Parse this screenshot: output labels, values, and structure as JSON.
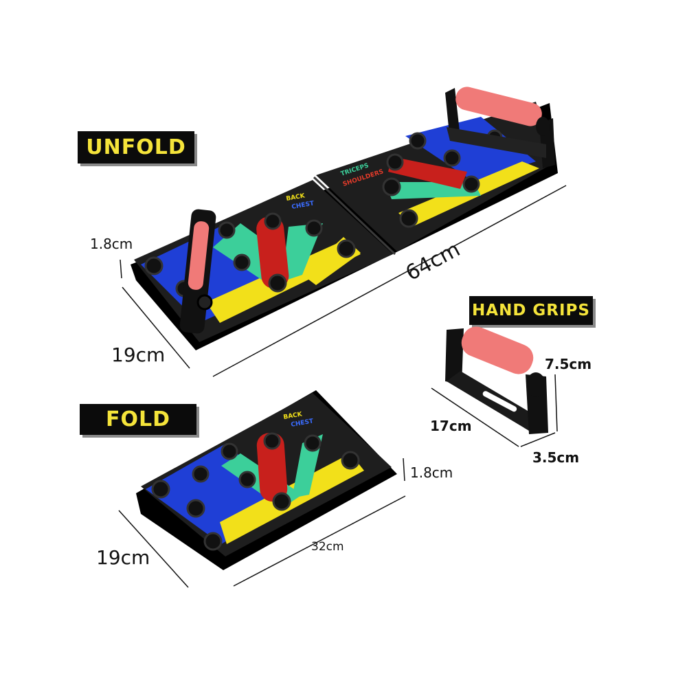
{
  "labels": {
    "unfold": "UNFOLD",
    "fold": "FOLD",
    "hand_grips": "HAND GRIPS"
  },
  "board_text": {
    "back": "BACK",
    "chest": "CHEST",
    "triceps": "TRICEPS",
    "shoulders": "SHOULDERS"
  },
  "dimensions": {
    "unfold_height": "1.8cm",
    "unfold_width": "19cm",
    "unfold_length": "64cm",
    "fold_height": "1.8cm",
    "fold_width": "19cm",
    "fold_length": "32cm",
    "grip_height": "7.5cm",
    "grip_length": "17cm",
    "grip_width": "3.5cm"
  },
  "colors": {
    "blue": "#1f3fd6",
    "green": "#3ccf9a",
    "red": "#c8201c",
    "yellow": "#f2e01a",
    "board": "#1b1b1b",
    "grip": "#f07a78"
  }
}
